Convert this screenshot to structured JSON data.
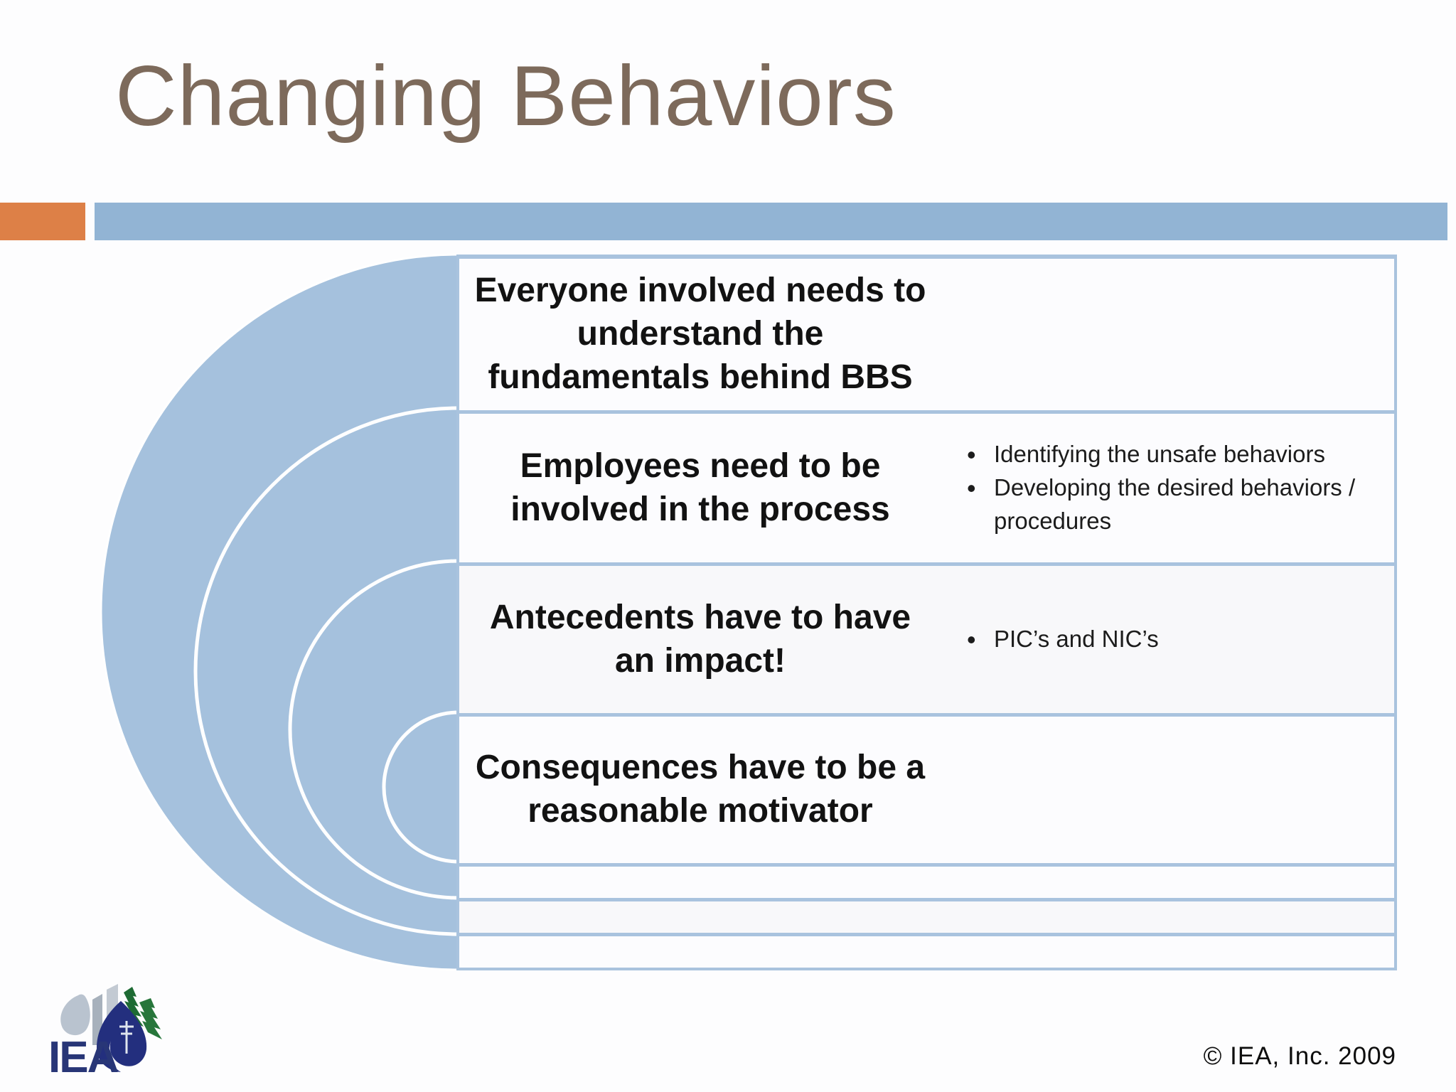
{
  "slide": {
    "title": "Changing Behaviors",
    "copyright": "© IEA, Inc. 2009"
  },
  "colors": {
    "title_brown": "#7d6a5b",
    "accent_orange": "#dd8047",
    "accent_blue_bar": "#92b4d4",
    "circle_blue": "#a5c1dd",
    "table_border_blue": "#a9c3de",
    "text_black": "#161616",
    "logo_navy": "#283677",
    "logo_green": "#1e6b34",
    "logo_gray": "#b9c3cf"
  },
  "diagram": {
    "type": "nested-target-list",
    "rows": [
      {
        "label": "Everyone involved needs to understand the fundamentals behind BBS",
        "bullets": []
      },
      {
        "label": "Employees need to be involved in the process",
        "bullets": [
          "Identifying the unsafe behaviors",
          "Developing the desired behaviors / procedures"
        ]
      },
      {
        "label": "Antecedents have to have an impact!",
        "bullets": [
          "PIC’s and NIC’s"
        ]
      },
      {
        "label": "Consequences have to be a reasonable motivator",
        "bullets": []
      }
    ],
    "empty_row_count": 3
  },
  "logo": {
    "text": "IEA"
  }
}
